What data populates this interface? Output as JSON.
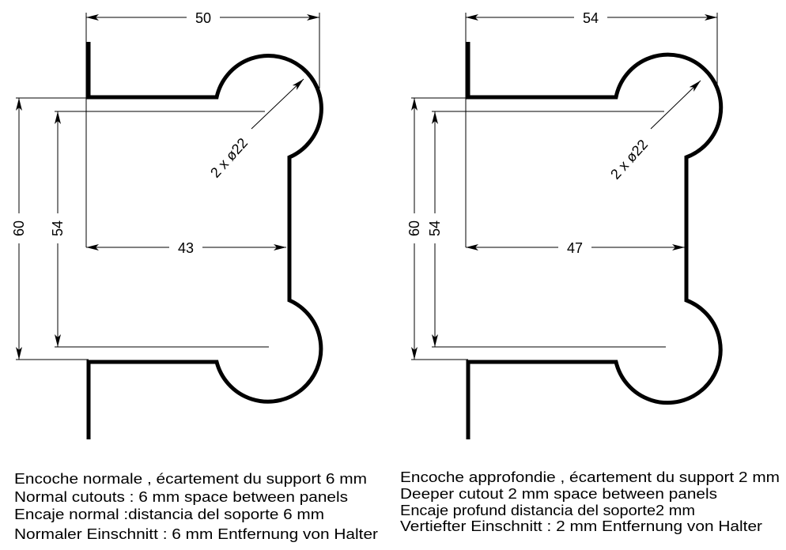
{
  "colors": {
    "ink": "#000000",
    "background": "#ffffff"
  },
  "left_drawing": {
    "width_total": "50",
    "height_outer": "60",
    "height_inner": "54",
    "depth": "43",
    "hole_label": "2 x ø22"
  },
  "right_drawing": {
    "width_total": "54",
    "height_outer": "60",
    "height_inner": "54",
    "depth": "47",
    "hole_label": "2 x ø22"
  },
  "captions": {
    "left": [
      "Encoche normale , écartement du support 6 mm",
      "Normal cutouts : 6 mm space between panels",
      "Encaje normal :distancia del soporte 6 mm",
      "Normaler Einschnitt : 6 mm Entfernung von Halter"
    ],
    "right": [
      "Encoche approfondie , écartement du support 2 mm",
      "Deeper cutout 2 mm space between panels",
      "Encaje profund distancia del soporte2 mm",
      "Vertiefter Einschnitt : 2 mm Entfernung von Halter"
    ]
  }
}
